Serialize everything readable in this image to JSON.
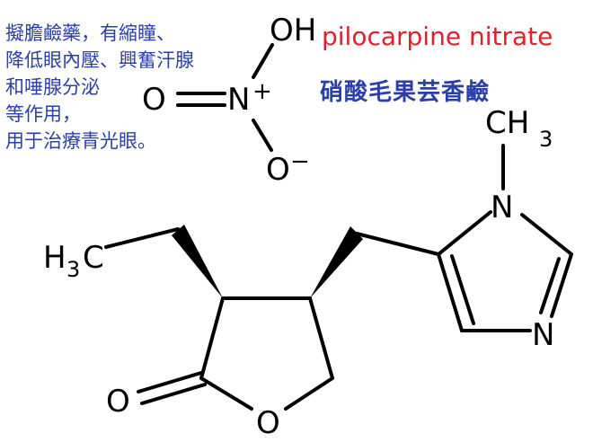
{
  "description_lines": [
    "擬膽鹼藥，有縮瞳、",
    "降低眼內壓、興奮汗腺",
    "和唾腺分泌",
    "等作用，",
    "用于治療青光眼。"
  ],
  "title_en": "pilocarpine nitrate",
  "title_zh": "硝酸毛果芸香鹼",
  "colors": {
    "title_en": "#e0202a",
    "text_blue": "#2a3fa8",
    "bond": "#000000"
  },
  "atoms": {
    "oh": "OH",
    "o_double": "O",
    "n_plus": "N",
    "plus": "+",
    "o_minus": "O",
    "minus": "−",
    "ch3_c": "CH",
    "ch3_sub": "3",
    "n_methyl": "N",
    "h3c_h": "H",
    "h3c_sub": "3",
    "h3c_c": "C",
    "n_ring": "N",
    "o_carbonyl": "O",
    "o_ring": "O"
  }
}
